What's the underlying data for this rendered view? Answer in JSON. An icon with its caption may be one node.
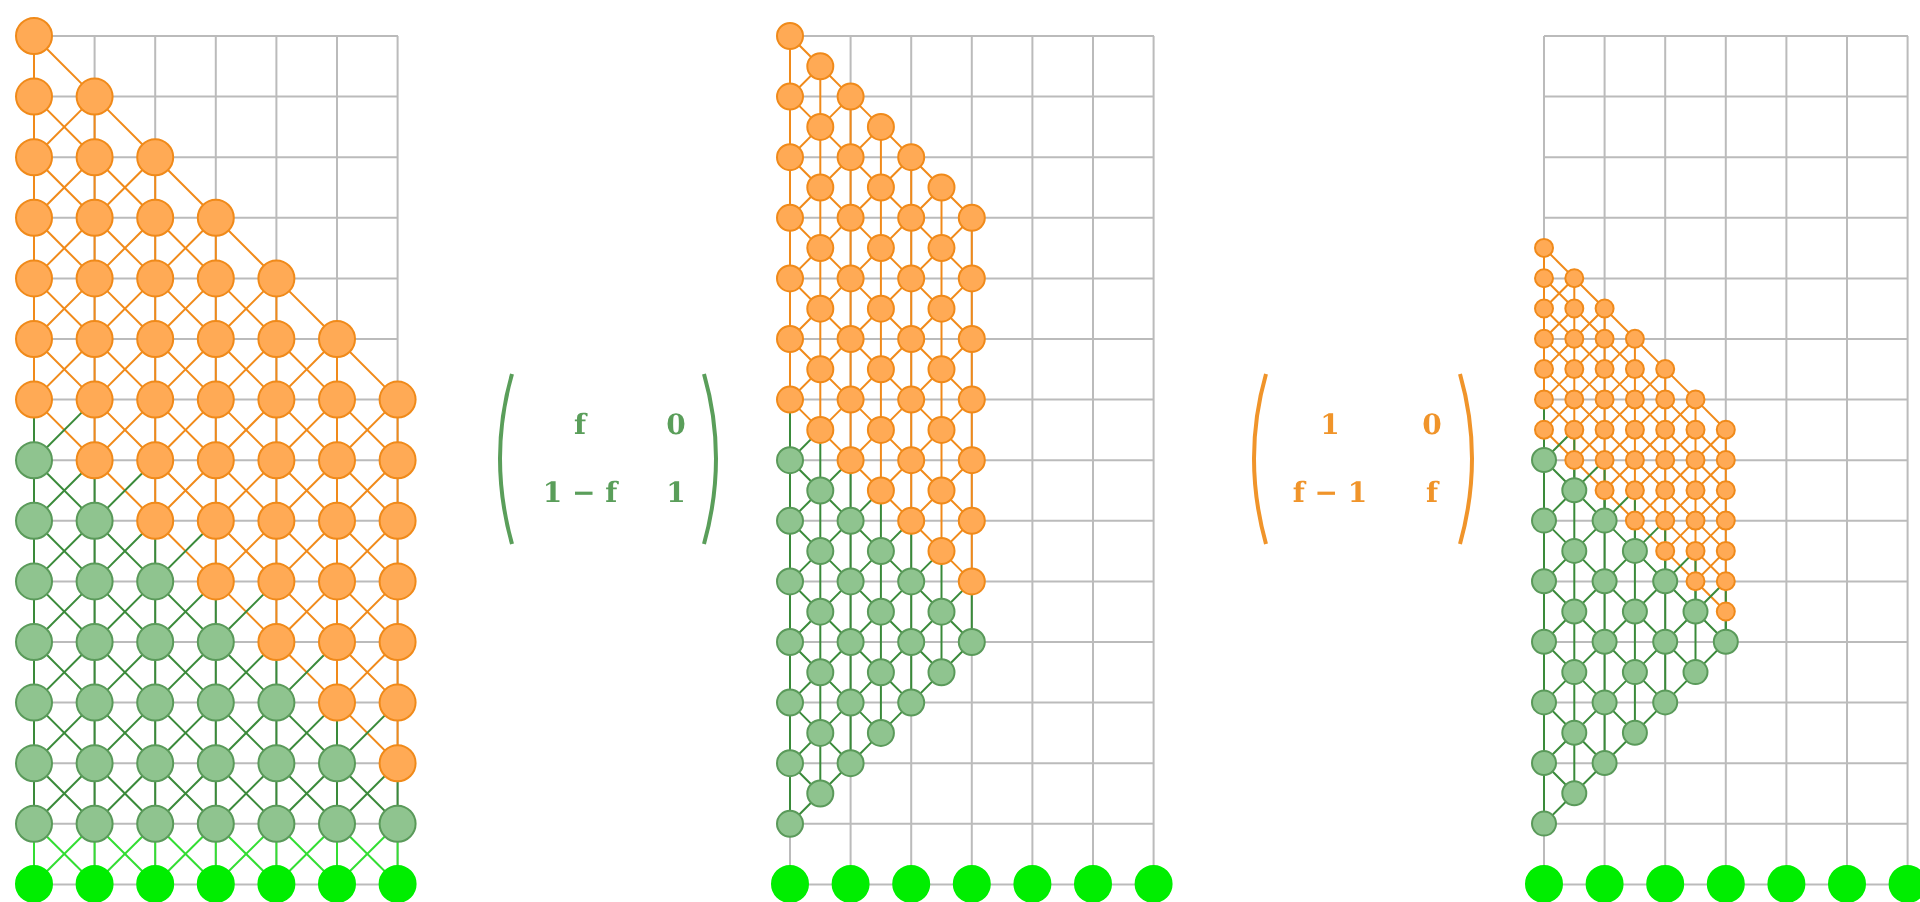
{
  "diagram": {
    "labels": [
      "f",
      "0",
      "1 − f",
      "1",
      "1",
      "0",
      "f − 1",
      "f"
    ]
  }
}
